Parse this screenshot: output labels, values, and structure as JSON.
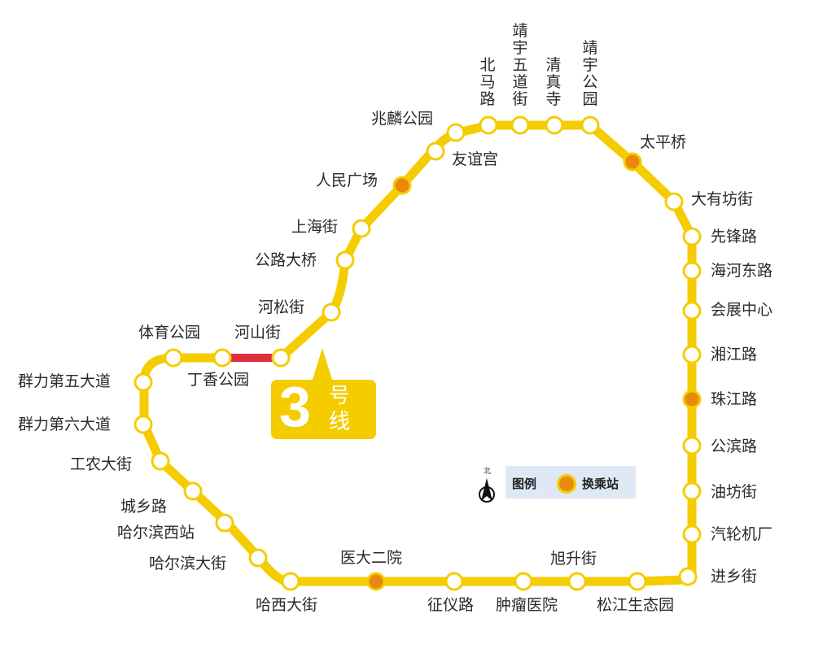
{
  "map": {
    "line_name_number": "3",
    "line_name_hao": "号",
    "line_name_xian": "线",
    "colors": {
      "line": "#f5cc00",
      "transfer_station": "#e8890c",
      "station_fill": "#ffffff",
      "under_construction_segment": "#e03040",
      "legend_bg": "#dfe9f5"
    },
    "legend": {
      "title": "图例",
      "transfer_label": "换乘站",
      "north_label": "北"
    },
    "stations": [
      {
        "name": "体育公园",
        "transfer": false
      },
      {
        "name": "丁香公园",
        "transfer": false
      },
      {
        "name": "河山街",
        "transfer": false
      },
      {
        "name": "河松街",
        "transfer": false
      },
      {
        "name": "公路大桥",
        "transfer": false
      },
      {
        "name": "上海街",
        "transfer": false
      },
      {
        "name": "人民广场",
        "transfer": true
      },
      {
        "name": "友谊宫",
        "transfer": false
      },
      {
        "name": "兆麟公园",
        "transfer": false
      },
      {
        "name": "北马路",
        "transfer": false
      },
      {
        "name": "靖宇五道街",
        "transfer": false
      },
      {
        "name": "清真寺",
        "transfer": false
      },
      {
        "name": "靖宇公园",
        "transfer": false
      },
      {
        "name": "太平桥",
        "transfer": true
      },
      {
        "name": "大有坊街",
        "transfer": false
      },
      {
        "name": "先锋路",
        "transfer": false
      },
      {
        "name": "海河东路",
        "transfer": false
      },
      {
        "name": "会展中心",
        "transfer": false
      },
      {
        "name": "湘江路",
        "transfer": false
      },
      {
        "name": "珠江路",
        "transfer": true
      },
      {
        "name": "公滨路",
        "transfer": false
      },
      {
        "name": "油坊街",
        "transfer": false
      },
      {
        "name": "汽轮机厂",
        "transfer": false
      },
      {
        "name": "进乡街",
        "transfer": false
      },
      {
        "name": "松江生态园",
        "transfer": false
      },
      {
        "name": "旭升街",
        "transfer": false
      },
      {
        "name": "肿瘤医院",
        "transfer": false
      },
      {
        "name": "征仪路",
        "transfer": false
      },
      {
        "name": "医大二院",
        "transfer": true
      },
      {
        "name": "哈西大街",
        "transfer": false
      },
      {
        "name": "哈尔滨大街",
        "transfer": false
      },
      {
        "name": "哈尔滨西站",
        "transfer": false
      },
      {
        "name": "城乡路",
        "transfer": false
      },
      {
        "name": "工农大街",
        "transfer": false
      },
      {
        "name": "群力第六大道",
        "transfer": false
      },
      {
        "name": "群力第五大道",
        "transfer": false
      }
    ]
  }
}
